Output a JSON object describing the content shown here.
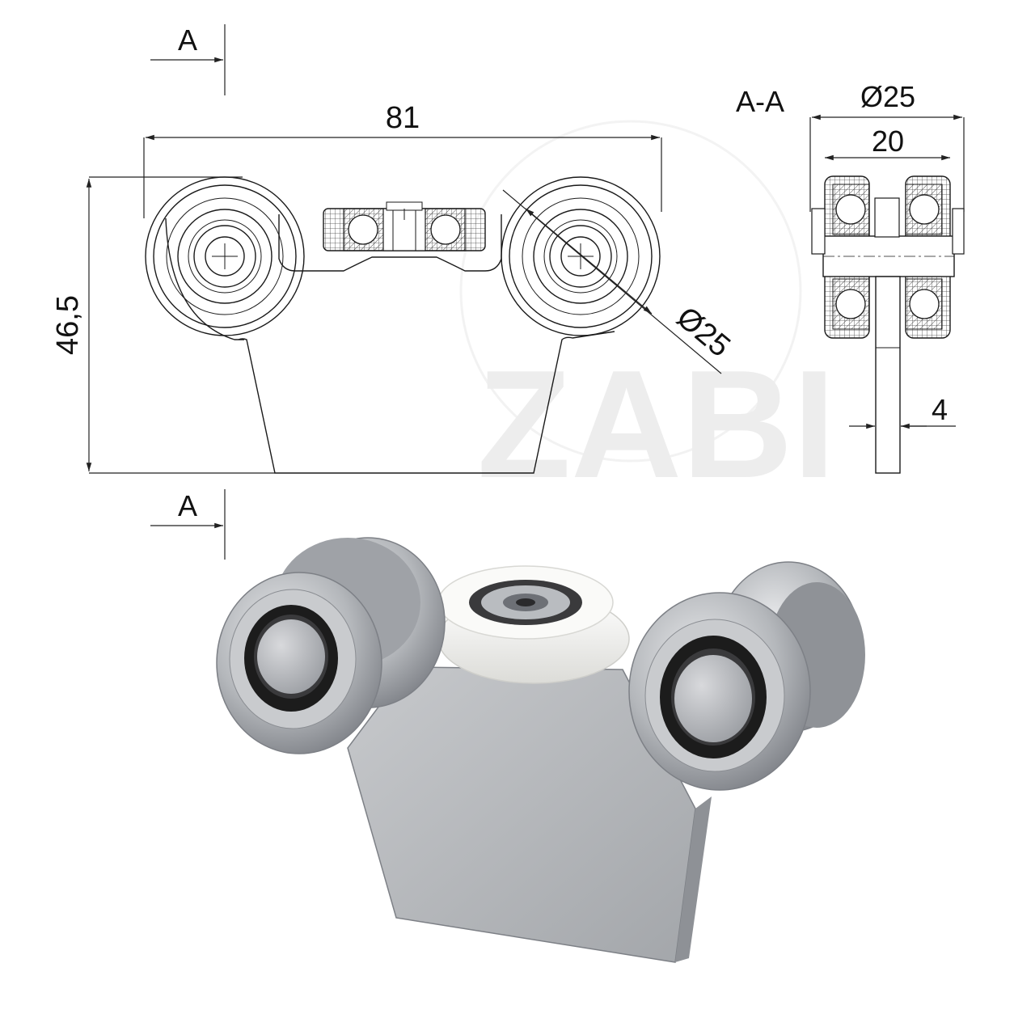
{
  "drawing": {
    "section_marker": "A",
    "section_label": "A-A",
    "dims": {
      "width": "81",
      "height": "46,5",
      "wheel_diameter": "Ø25",
      "section_diameter": "Ø25",
      "section_width": "20",
      "plate_thickness": "4"
    },
    "watermark": "ZABI"
  },
  "colors": {
    "line": "#1a1a1a",
    "steel": "#b9bcc0",
    "steel_dark": "#7d8086",
    "rubber": "#1c1c1c",
    "nylon": "#f4f4f2"
  }
}
